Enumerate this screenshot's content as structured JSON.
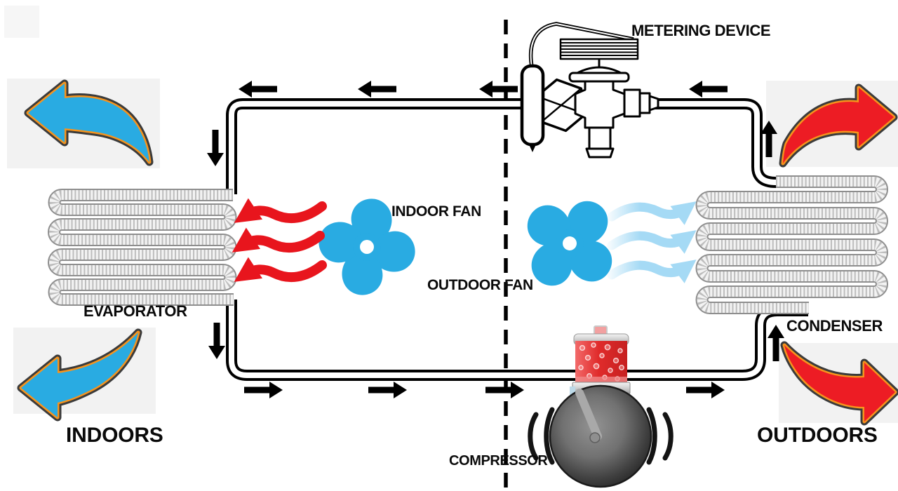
{
  "diagram": {
    "labels": {
      "metering_device": "METERING DEVICE",
      "indoor_fan": "INDOOR FAN",
      "outdoor_fan": "OUTDOOR FAN",
      "evaporator": "EVAPORATOR",
      "condenser": "CONDENSER",
      "compressor": "COMPRESSOR",
      "indoors": "INDOORS",
      "outdoors": "OUTDOORS"
    },
    "colors": {
      "fan_blue": "#29abe2",
      "warm_air_red": "#e8151d",
      "cool_air_blue": "#a5daf5",
      "curved_arrow_red": "#ed1c24",
      "curved_arrow_blue": "#29abe2",
      "curved_arrow_trim_orange": "#f7941d",
      "curved_arrow_outline_gray": "#3b3b3b",
      "pipe_black": "#000000",
      "panel_gray": "#f2f2f2"
    },
    "icons": [
      "evaporator-coil-icon",
      "condenser-coil-icon",
      "metering-device-icon",
      "compressor-icon",
      "indoor-fan-icon",
      "outdoor-fan-icon",
      "flow-arrow-icon",
      "warm-air-wave-icon",
      "cool-air-wave-icon",
      "indoor-air-curved-arrow-icon",
      "outdoor-air-curved-arrow-icon",
      "zone-divider-dashed-line"
    ]
  }
}
